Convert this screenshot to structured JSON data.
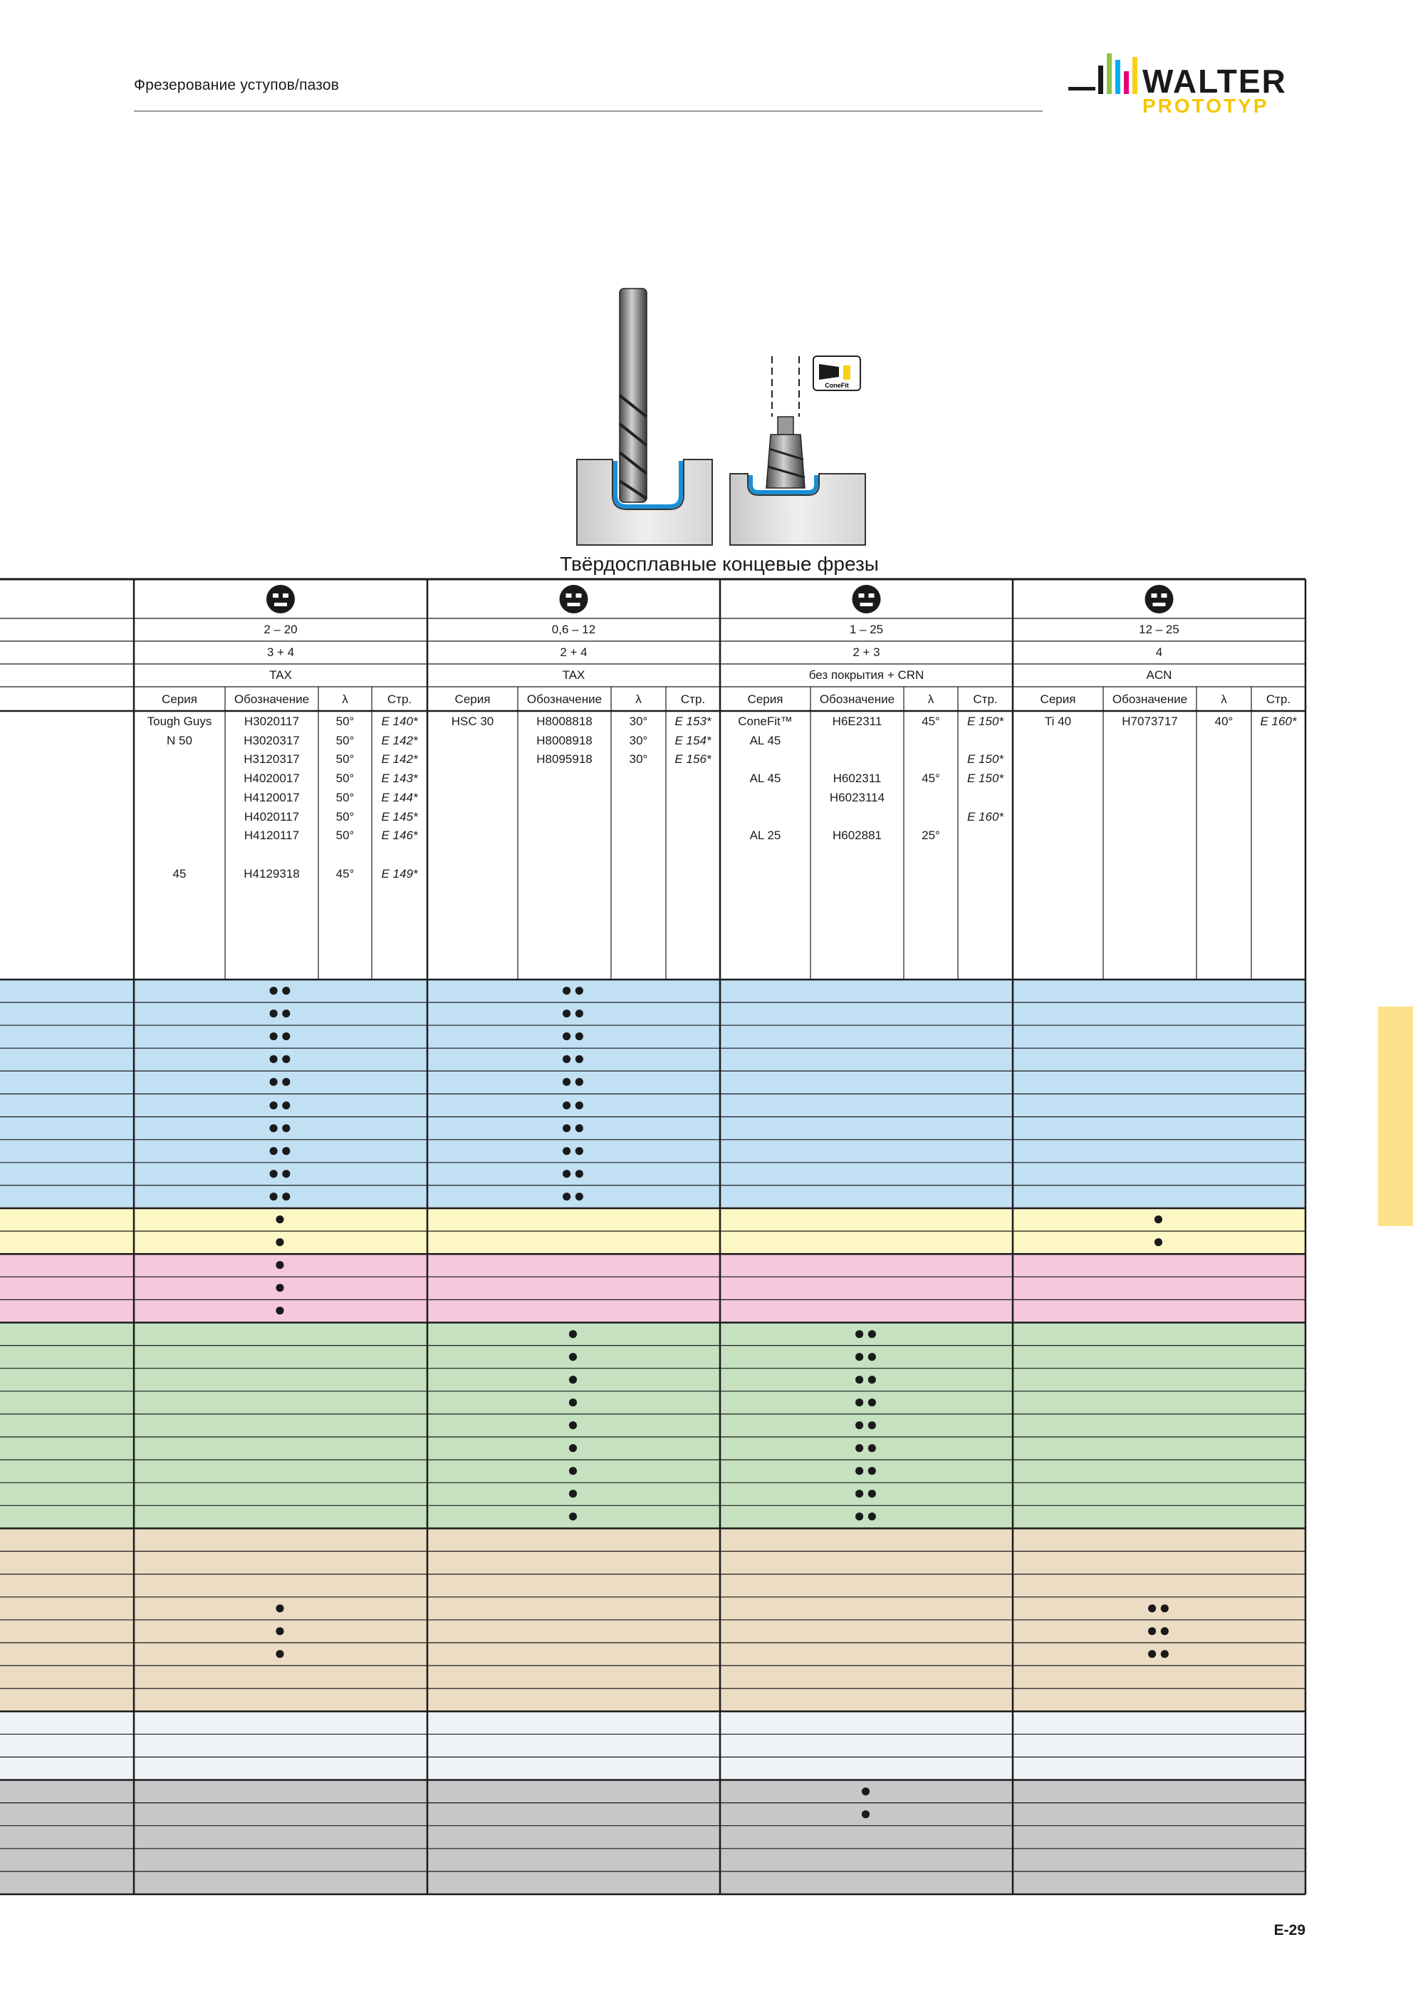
{
  "header": {
    "title": "Фрезерование уступов/пазов",
    "page": "E-29"
  },
  "logo": {
    "name": "WALTER",
    "sub": "PROTOTYP",
    "colors": [
      "#1a1a1a",
      "#8cc63f",
      "#00aeef",
      "#f7d117",
      "#e4007c"
    ]
  },
  "table_title": "Твёрдосплавные концевые фрезы",
  "groups": [
    {
      "icon": "cutter-icon",
      "diameter": "2 – 20",
      "teeth": "3 + 4",
      "coating": "TAX"
    },
    {
      "icon": "cutter-icon",
      "diameter": "0,6 – 12",
      "teeth": "2 + 4",
      "coating": "TAX"
    },
    {
      "icon": "cutter-icon",
      "diameter": "1 – 25",
      "teeth": "2 + 3",
      "coating": "без покрытия + CRN"
    },
    {
      "icon": "cutter-icon",
      "diameter": "12 – 25",
      "teeth": "4",
      "coating": "ACN"
    }
  ],
  "col_headers": [
    "Серия",
    "Обозначение",
    "λ",
    "Стр."
  ],
  "materials": [
    [
      "Tough Guys",
      "H3020117",
      "50°",
      "E 140*"
    ],
    [
      "N 50",
      "H3020317",
      "50°",
      "E 142*"
    ],
    [
      "",
      "H3120317",
      "50°",
      "E 142*"
    ],
    [
      "",
      "H4020017",
      "50°",
      "E 143*"
    ],
    [
      "",
      "H4120017",
      "50°",
      "E 144*"
    ],
    [
      "",
      "H4020117",
      "50°",
      "E 145*"
    ],
    [
      "",
      "H4120117",
      "50°",
      "E 146*"
    ],
    [
      "",
      "",
      "",
      ""
    ],
    [
      "45",
      "H4129318",
      "45°",
      "E 149*"
    ]
  ],
  "materials_g2": [
    [
      "HSC 30",
      "H8008818",
      "30°",
      "E 153*"
    ],
    [
      "",
      "H8008918",
      "30°",
      "E 154*"
    ],
    [
      "",
      "H8095918",
      "30°",
      "E 156*"
    ]
  ],
  "materials_g3": [
    [
      "ConeFit™",
      "H6E2311",
      "45°",
      "E 150*"
    ],
    [
      "AL 45",
      "",
      "",
      ""
    ],
    [
      "",
      "",
      "",
      "E 150*"
    ],
    [
      "AL 45",
      "H602311",
      "45°",
      "E 150*"
    ],
    [
      "",
      "H6023114",
      "",
      ""
    ],
    [
      "",
      "",
      "",
      "E 160*"
    ],
    [
      "AL 25",
      "H602881",
      "25°",
      ""
    ]
  ],
  "materials_g4": [
    [
      "Ti 40",
      "H7073717",
      "40°",
      "E 160*"
    ]
  ],
  "conefit_label": "ConeFit",
  "dot_rows": [
    {
      "color": "#c2e0f4",
      "g": [
        "●●",
        "●●",
        "",
        ""
      ]
    },
    {
      "color": "#c2e0f4",
      "g": [
        "●●",
        "●●",
        "",
        ""
      ]
    },
    {
      "color": "#c2e0f4",
      "g": [
        "●●",
        "●●",
        "",
        ""
      ]
    },
    {
      "color": "#c2e0f4",
      "g": [
        "●●",
        "●●",
        "",
        ""
      ]
    },
    {
      "color": "#c2e0f4",
      "g": [
        "●●",
        "●●",
        "",
        ""
      ]
    },
    {
      "color": "#c2e0f4",
      "g": [
        "●●",
        "●●",
        "",
        ""
      ]
    },
    {
      "color": "#c2e0f4",
      "g": [
        "●●",
        "●●",
        "",
        ""
      ]
    },
    {
      "color": "#c2e0f4",
      "g": [
        "●●",
        "●●",
        "",
        ""
      ]
    },
    {
      "color": "#c2e0f4",
      "g": [
        "●●",
        "●●",
        "",
        ""
      ]
    },
    {
      "color": "#c2e0f4",
      "g": [
        "●●",
        "●●",
        "",
        ""
      ]
    },
    {
      "color": "#fdf7c6",
      "g": [
        "●",
        "",
        "",
        "●"
      ]
    },
    {
      "color": "#fdf7c6",
      "g": [
        "●",
        "",
        "",
        "●"
      ]
    },
    {
      "color": "#f6c8dc",
      "g": [
        "●",
        "",
        "",
        ""
      ]
    },
    {
      "color": "#f6c8dc",
      "g": [
        "●",
        "",
        "",
        ""
      ]
    },
    {
      "color": "#f6c8dc",
      "g": [
        "●",
        "",
        "",
        ""
      ]
    },
    {
      "color": "#c5e1c0",
      "g": [
        "",
        "●",
        "●●",
        ""
      ]
    },
    {
      "color": "#c5e1c0",
      "g": [
        "",
        "●",
        "●●",
        ""
      ]
    },
    {
      "color": "#c5e1c0",
      "g": [
        "",
        "●",
        "●●",
        ""
      ]
    },
    {
      "color": "#c5e1c0",
      "g": [
        "",
        "●",
        "●●",
        ""
      ]
    },
    {
      "color": "#c5e1c0",
      "g": [
        "",
        "●",
        "●●",
        ""
      ]
    },
    {
      "color": "#c5e1c0",
      "g": [
        "",
        "●",
        "●●",
        ""
      ]
    },
    {
      "color": "#c5e1c0",
      "g": [
        "",
        "●",
        "●●",
        ""
      ]
    },
    {
      "color": "#c5e1c0",
      "g": [
        "",
        "●",
        "●●",
        ""
      ]
    },
    {
      "color": "#c5e1c0",
      "g": [
        "",
        "●",
        "●●",
        ""
      ]
    },
    {
      "color": "#ecdcc4",
      "g": [
        "",
        "",
        "",
        ""
      ]
    },
    {
      "color": "#ecdcc4",
      "g": [
        "",
        "",
        "",
        ""
      ]
    },
    {
      "color": "#ecdcc4",
      "g": [
        "",
        "",
        "",
        ""
      ]
    },
    {
      "color": "#ecdcc4",
      "g": [
        "●",
        "",
        "",
        "●●"
      ]
    },
    {
      "color": "#ecdcc4",
      "g": [
        "●",
        "",
        "",
        "●●"
      ]
    },
    {
      "color": "#ecdcc4",
      "g": [
        "●",
        "",
        "",
        "●●"
      ]
    },
    {
      "color": "#ecdcc4",
      "g": [
        "",
        "",
        "",
        ""
      ]
    },
    {
      "color": "#ecdcc4",
      "g": [
        "",
        "",
        "",
        ""
      ]
    },
    {
      "color": "#eff2f6",
      "g": [
        "",
        "",
        "",
        ""
      ]
    },
    {
      "color": "#eff2f6",
      "g": [
        "",
        "",
        "",
        ""
      ]
    },
    {
      "color": "#eff2f6",
      "g": [
        "",
        "",
        "",
        ""
      ]
    },
    {
      "color": "#c6c7c8",
      "g": [
        "",
        "",
        "●",
        ""
      ]
    },
    {
      "color": "#c6c7c8",
      "g": [
        "",
        "",
        "●",
        ""
      ]
    },
    {
      "color": "#c6c7c8",
      "g": [
        "",
        "",
        "",
        ""
      ]
    },
    {
      "color": "#c6c7c8",
      "g": [
        "",
        "",
        "",
        ""
      ]
    },
    {
      "color": "#c6c7c8",
      "g": [
        "",
        "",
        "",
        ""
      ]
    }
  ]
}
